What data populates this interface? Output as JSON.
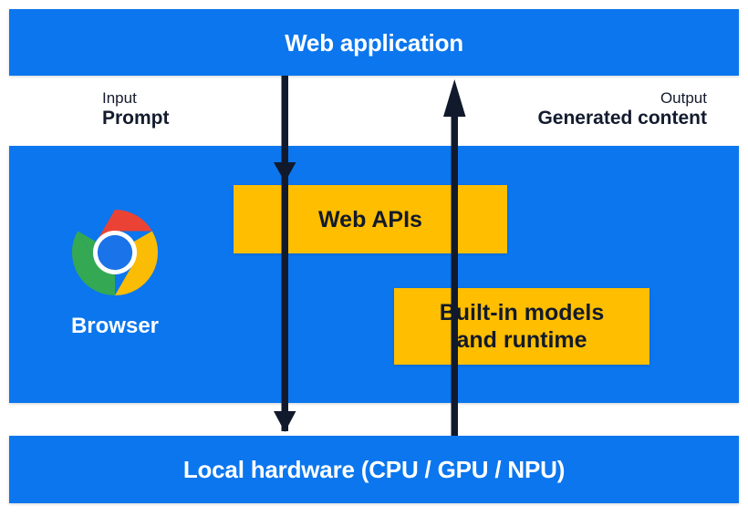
{
  "diagram": {
    "title": "Browser built-in AI architecture",
    "colors": {
      "band_blue": "#0b76ee",
      "box_yellow": "#ffbe00",
      "arrow_navy": "#111a2c",
      "text_dark": "#131b2e",
      "text_light": "#ffffff"
    },
    "bands": {
      "top": {
        "label": "Web application"
      },
      "middle": {
        "label": ""
      },
      "bottom": {
        "label": "Local hardware (CPU / GPU / NPU)"
      }
    },
    "flows": {
      "input": {
        "kicker": "Input",
        "value": "Prompt",
        "direction": "down"
      },
      "output": {
        "kicker": "Output",
        "value": "Generated content",
        "direction": "up"
      }
    },
    "boxes": {
      "web_apis": {
        "label": "Web APIs"
      },
      "built_in_models": {
        "line1": "Built-in models",
        "line2": "and runtime"
      }
    },
    "browser": {
      "label": "Browser",
      "icon": "chrome-logo-icon"
    }
  }
}
